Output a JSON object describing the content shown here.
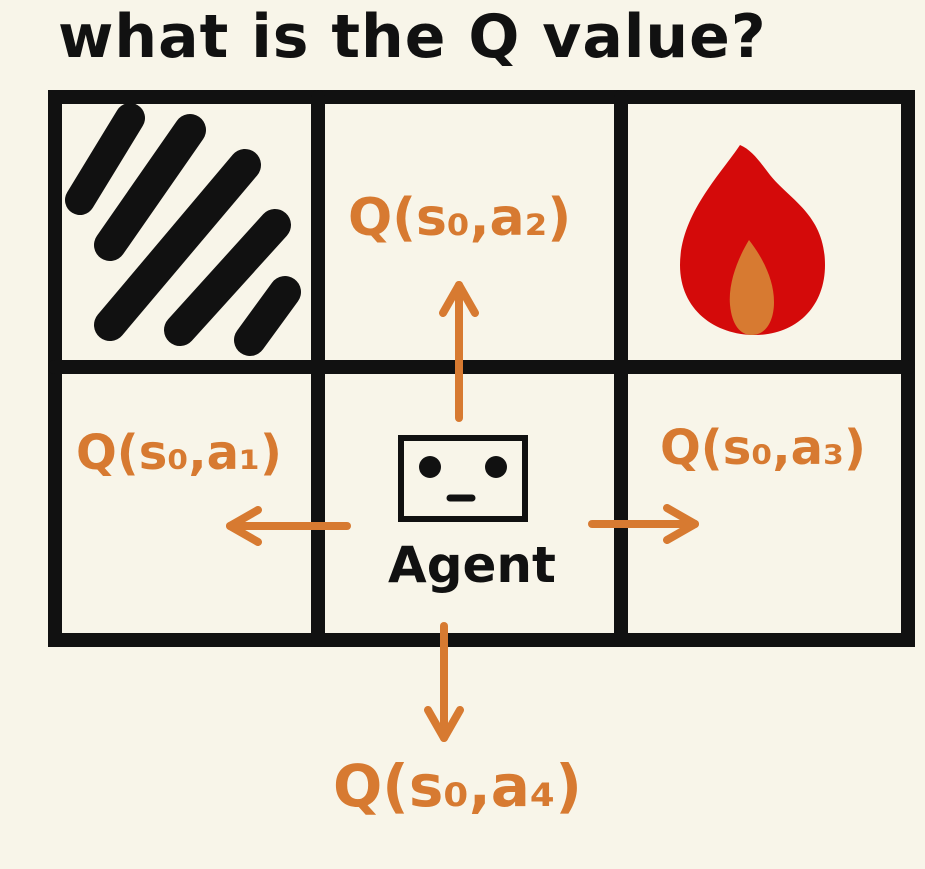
{
  "title": "what is the Q value?",
  "agent": {
    "label": "Agent"
  },
  "actions": {
    "up": "Q(s₀,a₂)",
    "left": "Q(s₀,a₁)",
    "right": "Q(s₀,a₃)",
    "down": "Q(s₀,a₄)"
  },
  "colors": {
    "background": "#f8f5e9",
    "grid": "#111111",
    "arrow": "#d77a31",
    "fire_outer": "#d40a0a",
    "fire_inner": "#d77a31"
  },
  "icons": {
    "wall": "striped-wall-icon",
    "fire": "fire-icon",
    "agent": "robot-face-icon"
  }
}
